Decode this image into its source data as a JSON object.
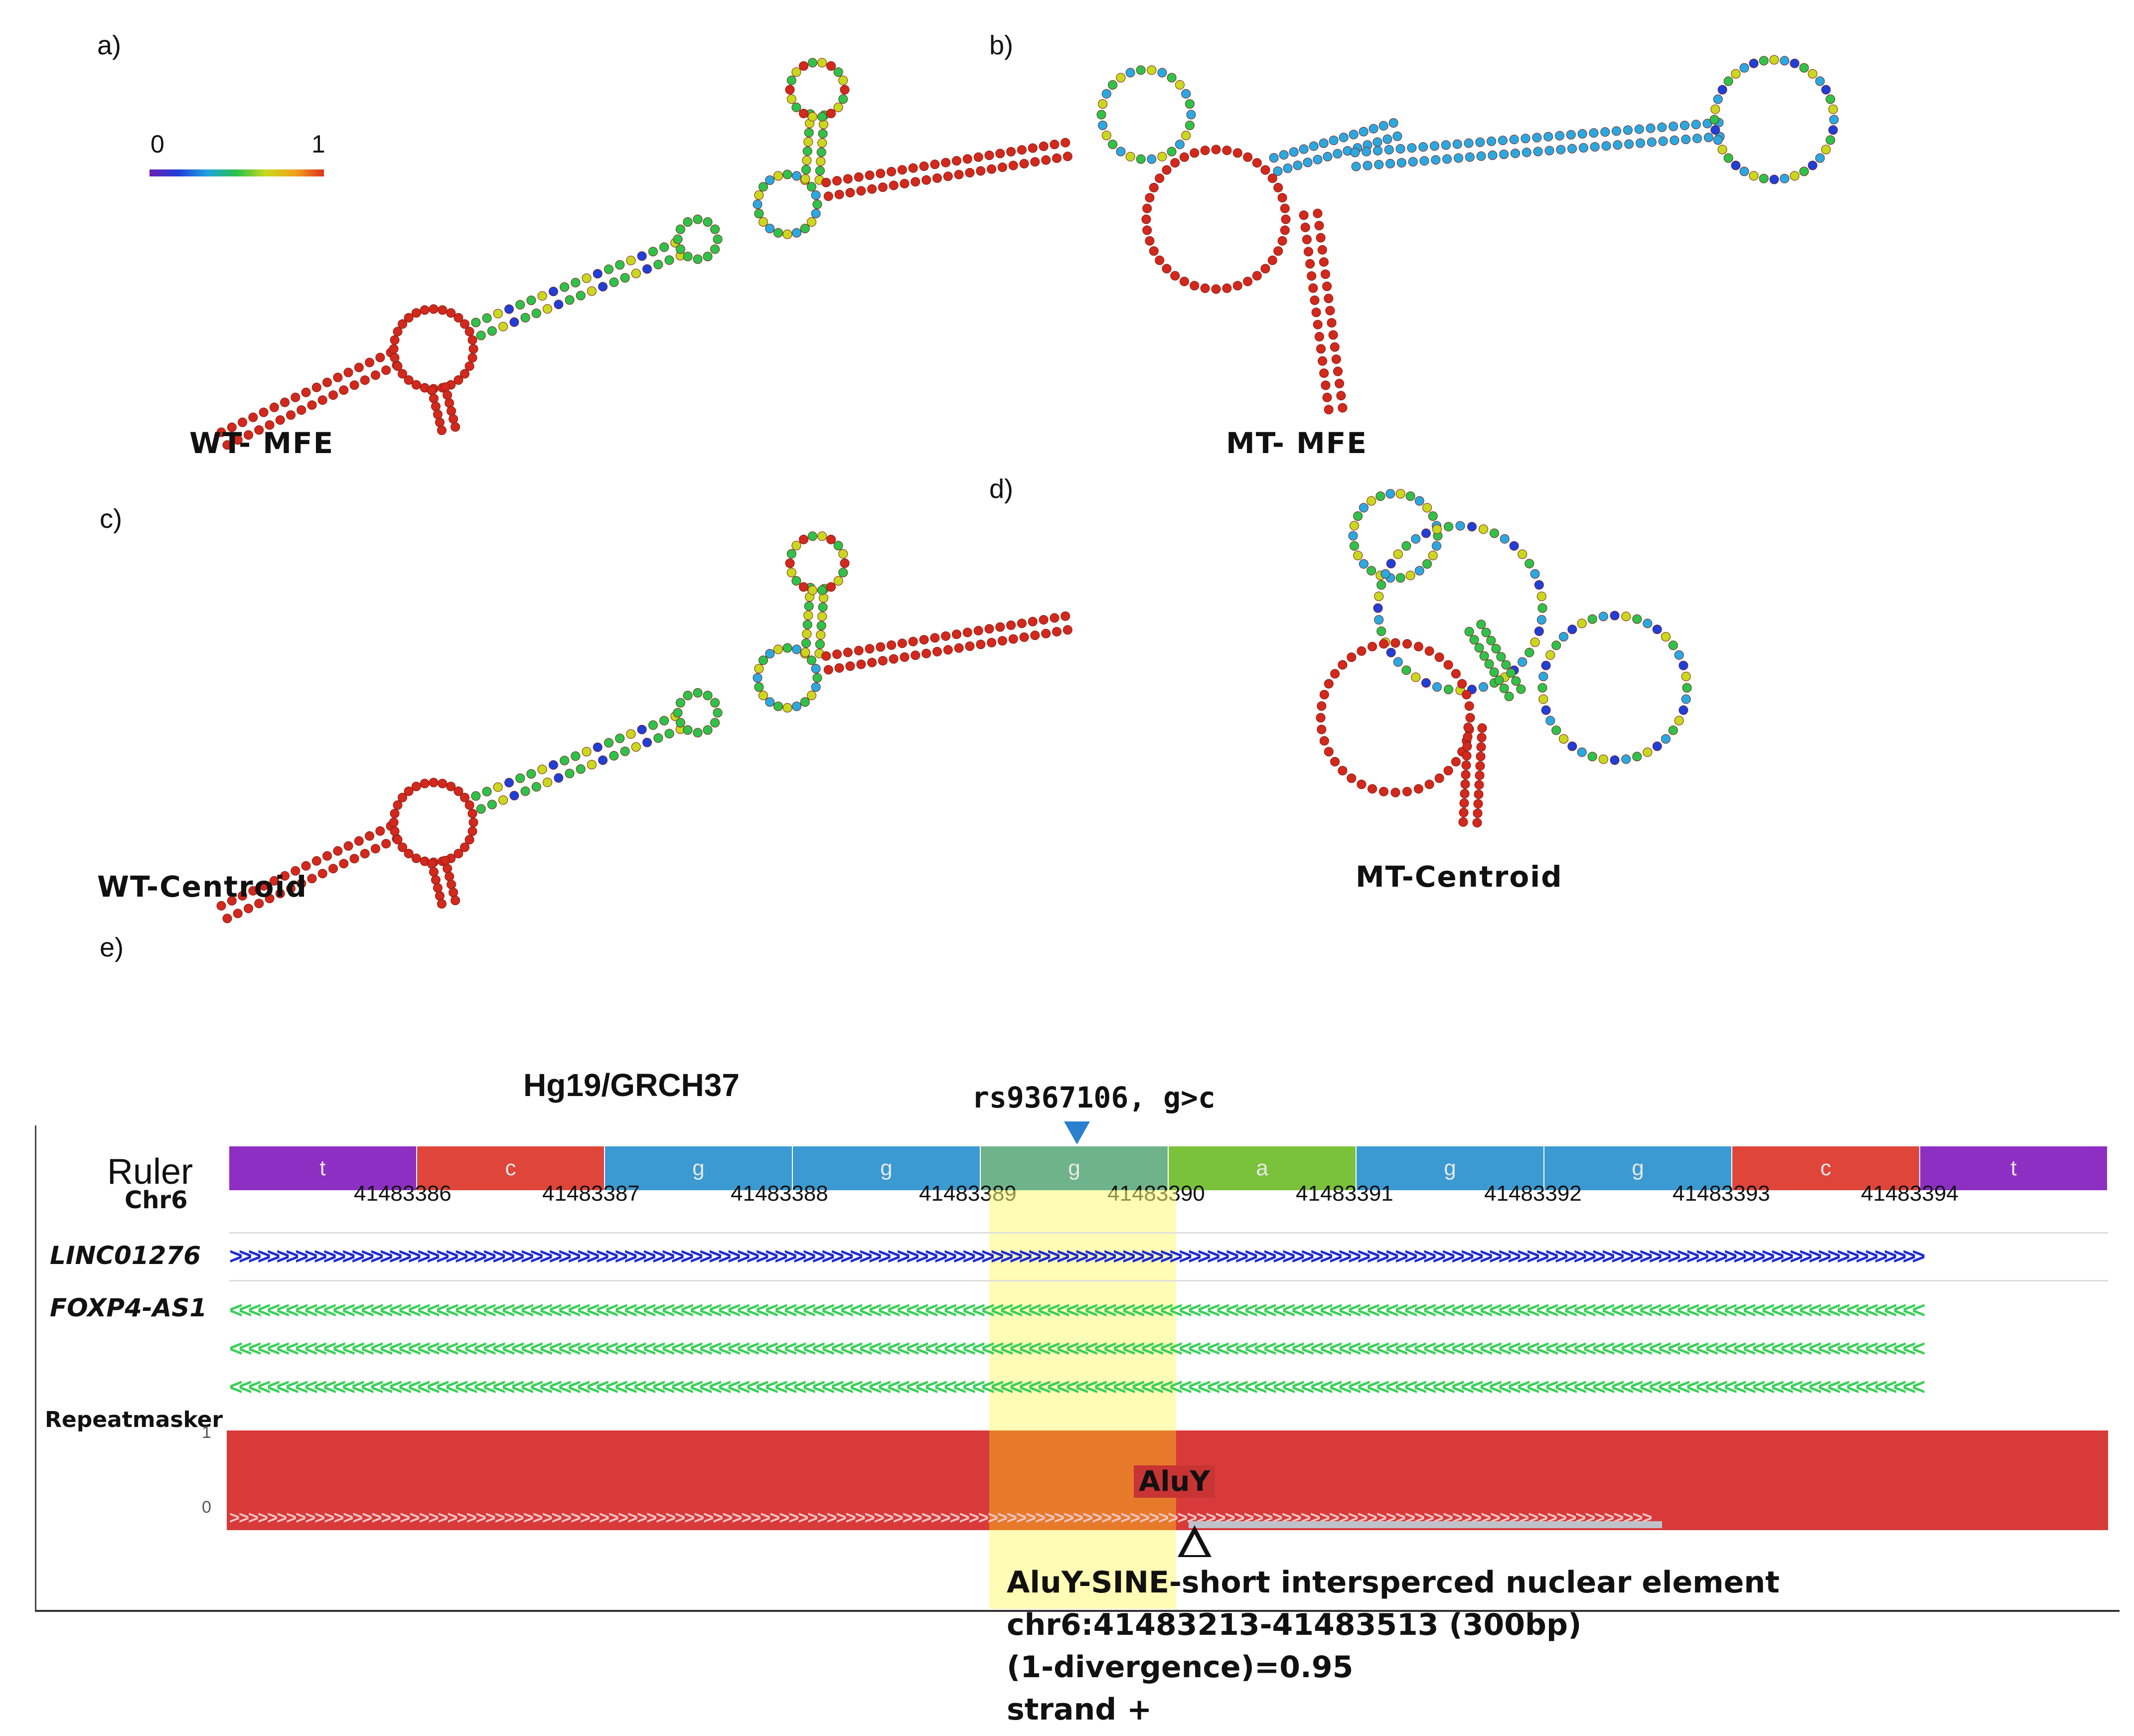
{
  "panels": {
    "a": {
      "letter": "a)",
      "caption": "WT- MFE"
    },
    "b": {
      "letter": "b)",
      "caption": "MT- MFE"
    },
    "c": {
      "letter": "c)",
      "caption": "WT-Centroid"
    },
    "d": {
      "letter": "d)",
      "caption": "MT-Centroid"
    },
    "e": {
      "letter": "e)"
    }
  },
  "scale": {
    "min": "0",
    "max": "1"
  },
  "colors": {
    "unpaired": "#d3281c",
    "low": "#1f3fd9",
    "mid": "#2ec24a",
    "high_mid": "#c9d81d",
    "cyan": "#2aa9e0"
  },
  "genome": {
    "assembly": "Hg19/GRCH37",
    "snp": "rs9367106, g>c",
    "ruler_label": "Ruler",
    "chrom_label": "Chr6",
    "bases": [
      {
        "b": "t",
        "color": "#8e2fc4"
      },
      {
        "b": "c",
        "color": "#e0453a"
      },
      {
        "b": "g",
        "color": "#3a9ad1"
      },
      {
        "b": "g",
        "color": "#3a9ad1"
      },
      {
        "b": "g",
        "color": "#6fb38a"
      },
      {
        "b": "a",
        "color": "#7bc23b"
      },
      {
        "b": "g",
        "color": "#3a9ad1"
      },
      {
        "b": "g",
        "color": "#3a9ad1"
      },
      {
        "b": "c",
        "color": "#e0453a"
      },
      {
        "b": "t",
        "color": "#8e2fc4"
      }
    ],
    "coordinates": [
      "41483386",
      "41483387",
      "41483388",
      "41483389",
      "41483390",
      "41483391",
      "41483392",
      "41483393",
      "41483394"
    ],
    "tracks": {
      "linc": "LINC01276",
      "foxp": "FOXP4-AS1",
      "repeat": "Repeatmasker"
    },
    "repeat_scale": {
      "top": "1",
      "bottom": "0"
    },
    "repeat_name": "AluY",
    "annotation": [
      "AluY-SINE-short intersperced nuclear element",
      "chr6:41483213-41483513 (300bp)",
      "(1-divergence)=0.95",
      "strand +"
    ]
  }
}
